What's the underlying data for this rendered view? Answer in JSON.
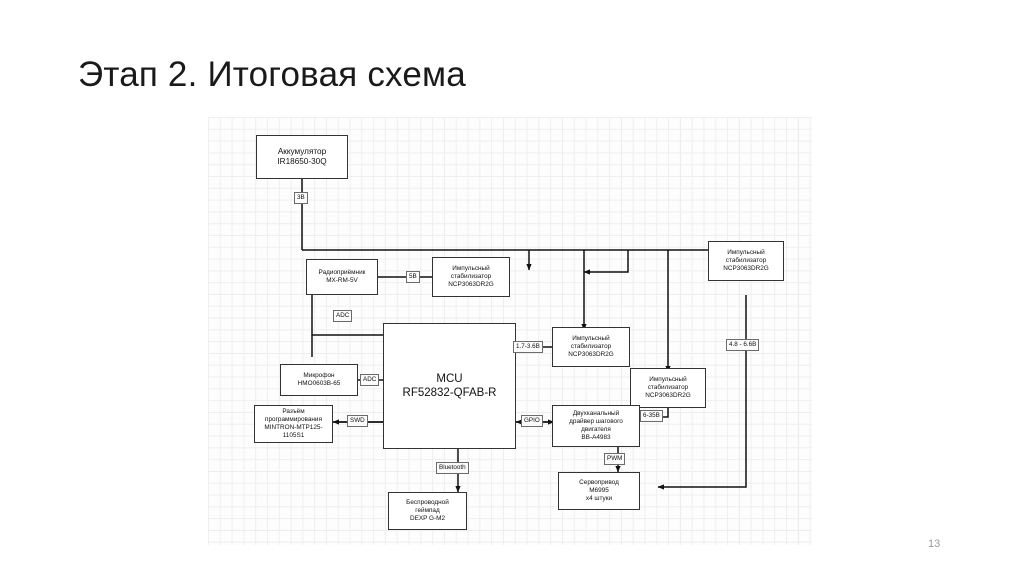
{
  "slide": {
    "title": "Этап 2. Итоговая схема",
    "page_number": "13",
    "background_color": "#ffffff",
    "grid_color": "#e6e3e3",
    "block_border_color": "#333333",
    "wire_color": "#111111"
  },
  "blocks": {
    "battery": {
      "line1": "Аккумулятор",
      "line2": "IR18650-30Q"
    },
    "radio": {
      "line1": "Радиоприёмник",
      "line2": "MX-RM-5V"
    },
    "stab_radio": {
      "line1": "Импульсный",
      "line2": "стабилизатор",
      "line3": "NCP3063DR2G"
    },
    "stab_right_top": {
      "line1": "Импульсный",
      "line2": "стабилизатор",
      "line3": "NCP3063DR2G"
    },
    "stab_mcu": {
      "line1": "Импульсный",
      "line2": "стабилизатор",
      "line3": "NCP3063DR2G"
    },
    "stab_driver": {
      "line1": "Импульсный",
      "line2": "стабилизатор",
      "line3": "NCP3063DR2G"
    },
    "mcu": {
      "line1": "MCU",
      "line2": "RF52832-QFAB-R"
    },
    "microphone": {
      "line1": "Микрофон",
      "line2": "HMO0603B-65"
    },
    "programmer": {
      "line1": "Разъём",
      "line2": "программирования",
      "line3": "MINTRON-MTP125-",
      "line4": "1105S1"
    },
    "gamepad": {
      "line1": "Беспроводной",
      "line2": "геймпад",
      "line3": "DEXP G-M2"
    },
    "stepper_driver": {
      "line1": "Двухканальный",
      "line2": "драйвер шагового",
      "line3": "двигателя",
      "line4": "BB-A4983"
    },
    "servo": {
      "line1": "Сервопривод",
      "line2": "M6995",
      "line3": "x4 штуки"
    }
  },
  "edge_labels": {
    "battery_out": "3В",
    "radio_in": "5В",
    "mic_adc": "ADC",
    "radio_adc": "ADC",
    "mcu_vcc": "1.7-3.6В",
    "mcu_gpio": "GPIO",
    "mcu_swd": "SWD",
    "mcu_bluetooth": "Bluetooth",
    "driver_vcc": "6-35В",
    "servo_vcc": "4.8 - 6.6В",
    "servo_pwm": "PWM"
  }
}
